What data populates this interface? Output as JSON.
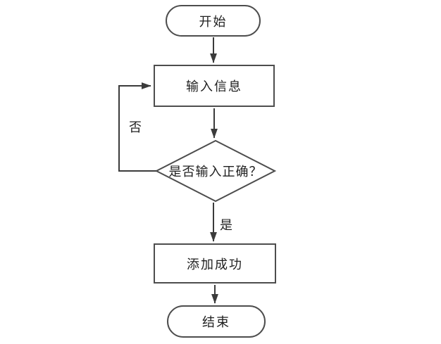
{
  "diagram": {
    "type": "flowchart",
    "nodes": {
      "start": "开始",
      "input": "输入信息",
      "decision": "是否输入正确？",
      "success": "添加成功",
      "end": "结束"
    },
    "edge_labels": {
      "yes": "是",
      "no": "否"
    },
    "colors": {
      "shape_border": "#4d4d4d",
      "arrow": "#3b3b3b",
      "text": "#1f1f1f",
      "background": "#ffffff"
    }
  }
}
